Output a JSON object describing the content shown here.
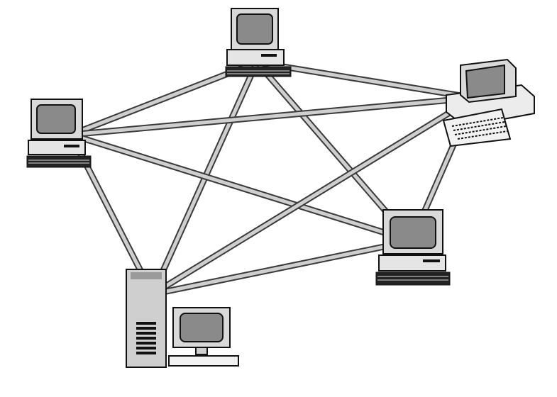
{
  "diagram": {
    "type": "mesh-network",
    "colors": {
      "background": "#ffffff",
      "cable_outline": "#3a3a3a",
      "cable_fill": "#cfcfcf",
      "device_body": "#d9d9d9",
      "device_shadow": "#7a7a7a",
      "screen": "#8a8a8a",
      "outline": "#111111"
    },
    "nodes": [
      {
        "id": "top",
        "device": "desktop-computer"
      },
      {
        "id": "left",
        "device": "desktop-computer"
      },
      {
        "id": "right",
        "device": "workstation-with-keyboard"
      },
      {
        "id": "lower-right",
        "device": "desktop-computer"
      },
      {
        "id": "bottom-left",
        "device": "tower-server-with-monitor"
      }
    ],
    "links": [
      [
        "top",
        "left"
      ],
      [
        "top",
        "right"
      ],
      [
        "top",
        "lower-right"
      ],
      [
        "top",
        "bottom-left"
      ],
      [
        "left",
        "right"
      ],
      [
        "left",
        "lower-right"
      ],
      [
        "left",
        "bottom-left"
      ],
      [
        "right",
        "lower-right"
      ],
      [
        "right",
        "bottom-left"
      ],
      [
        "lower-right",
        "bottom-left"
      ]
    ]
  }
}
